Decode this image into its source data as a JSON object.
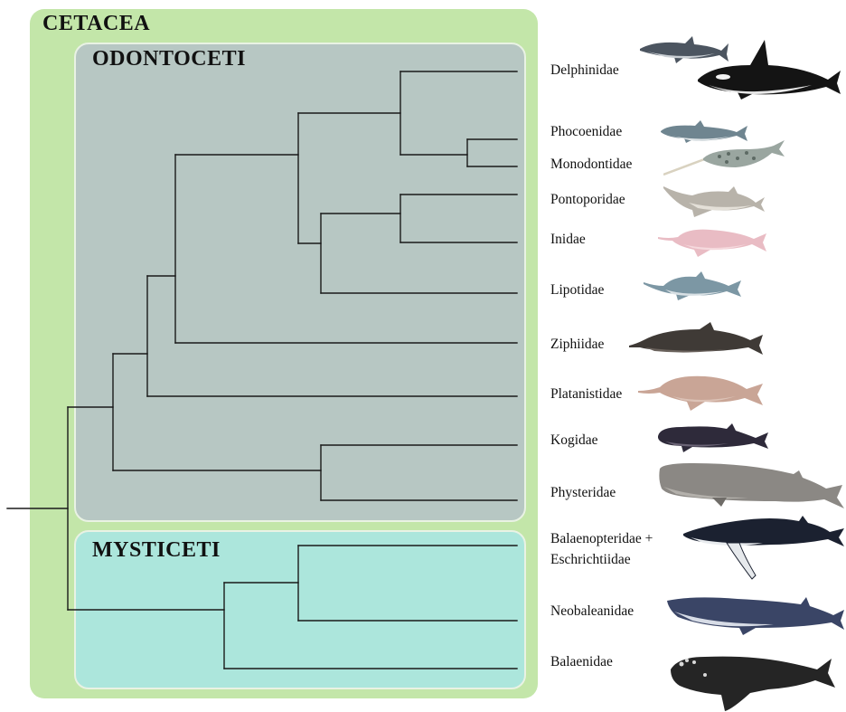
{
  "clades": {
    "cetacea": "CETACEA",
    "odontoceti": "ODONTOCETI",
    "mysticeti": "MYSTICETI"
  },
  "families": [
    {
      "label": "Delphinidae"
    },
    {
      "label": "Phocoenidae"
    },
    {
      "label": "Monodontidae"
    },
    {
      "label": "Pontoporidae"
    },
    {
      "label": "Inidae"
    },
    {
      "label": "Lipotidae"
    },
    {
      "label": "Ziphiidae"
    },
    {
      "label": "Platanistidae"
    },
    {
      "label": "Kogidae"
    },
    {
      "label": "Physteridae"
    },
    {
      "label": "Balaenopteridae +"
    },
    {
      "label": "Eschrichtiidae"
    },
    {
      "label": "Neobaleanidae"
    },
    {
      "label": "Balaenidae"
    }
  ],
  "colors": {
    "cetacea_bg": "#c3e6a9",
    "odontoceti_bg": "#b7c7c3",
    "mysticeti_bg": "#ace6dc",
    "tree_line": "#1a1a1a"
  },
  "illustrations": [
    "dolphin-icon",
    "orca-icon",
    "porpoise-icon",
    "narwhal-icon",
    "franciscana-icon",
    "amazon-river-dolphin-icon",
    "baiji-icon",
    "beaked-whale-icon",
    "ganges-river-dolphin-icon",
    "pygmy-sperm-whale-icon",
    "sperm-whale-icon",
    "humpback-whale-icon",
    "pygmy-right-whale-icon",
    "right-whale-icon"
  ]
}
